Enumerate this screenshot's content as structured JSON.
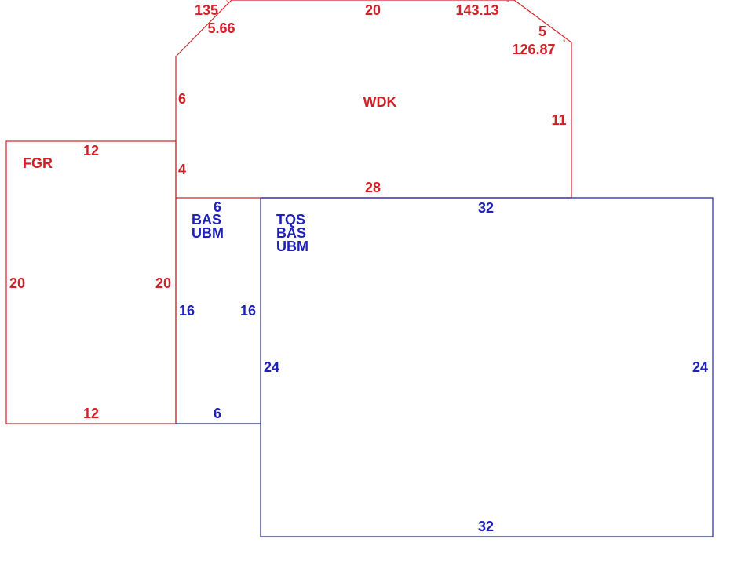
{
  "colors": {
    "red": "#d32027",
    "blue": "#1f22b8",
    "background": "#ffffff"
  },
  "areas": {
    "wdk": {
      "code": "WDK",
      "top_edge": "20",
      "top_left_diag": "5.66",
      "top_left_angle": "135",
      "top_right_angle": "143.13",
      "right_diag": "5",
      "right_angle": "126.87",
      "right_side": "11",
      "left_upper": "6",
      "left_lower": "4",
      "bottom": "28",
      "degree_mark": "°"
    },
    "fgr": {
      "code": "FGR",
      "top": "12",
      "bottom": "12",
      "left": "20",
      "right": "20"
    },
    "small_bas": {
      "code_1": "BAS",
      "code_2": "UBM",
      "top": "6",
      "bottom": "6",
      "left": "16",
      "right": "16"
    },
    "main": {
      "code_1": "TQS",
      "code_2": "BAS",
      "code_3": "UBM",
      "top": "32",
      "bottom": "32",
      "left": "24",
      "right": "24"
    }
  }
}
